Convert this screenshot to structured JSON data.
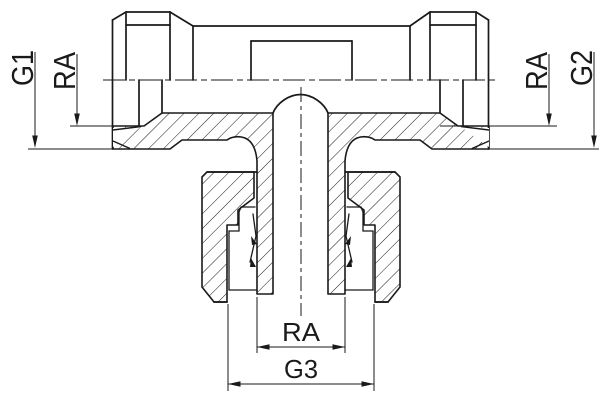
{
  "drawing": {
    "kind": "technical-section-tee-fitting",
    "background_color": "#ffffff",
    "line_color": "#1a1a1a",
    "dimension_labels": {
      "g1": "G1",
      "ra_left": "RA",
      "ra_right": "RA",
      "g2": "G2",
      "ra_bottom": "RA",
      "g3": "G3"
    }
  }
}
